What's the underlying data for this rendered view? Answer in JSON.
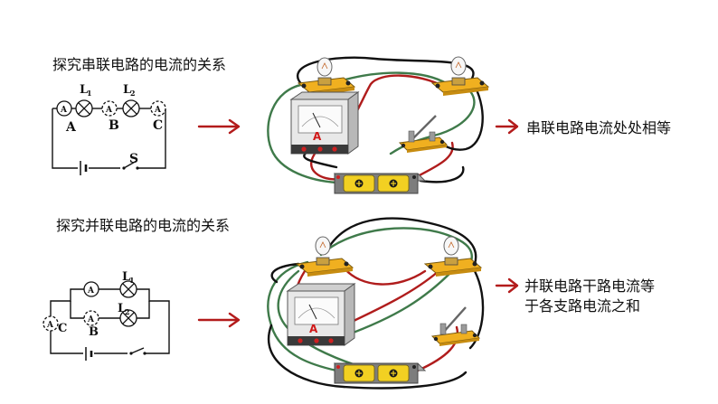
{
  "series_heading": "探究串联电路的电流的关系",
  "series_result": "串联电路电流处处相等",
  "parallel_heading": "探究并联电路的电流的关系",
  "parallel_result_line1": "并联电路干路电流等",
  "parallel_result_line2": "于各支路电流之和",
  "labels": {
    "L": "L",
    "one": "1",
    "two": "2",
    "A": "A",
    "B": "B",
    "C": "C",
    "S": "S",
    "meter_A": "A"
  },
  "colors": {
    "arrow": "#b31b1b",
    "wire_red": "#b01c1c",
    "wire_green": "#3f7a4a",
    "wire_black": "#111111",
    "board": "#f0b020",
    "battery": "#f2d022"
  }
}
